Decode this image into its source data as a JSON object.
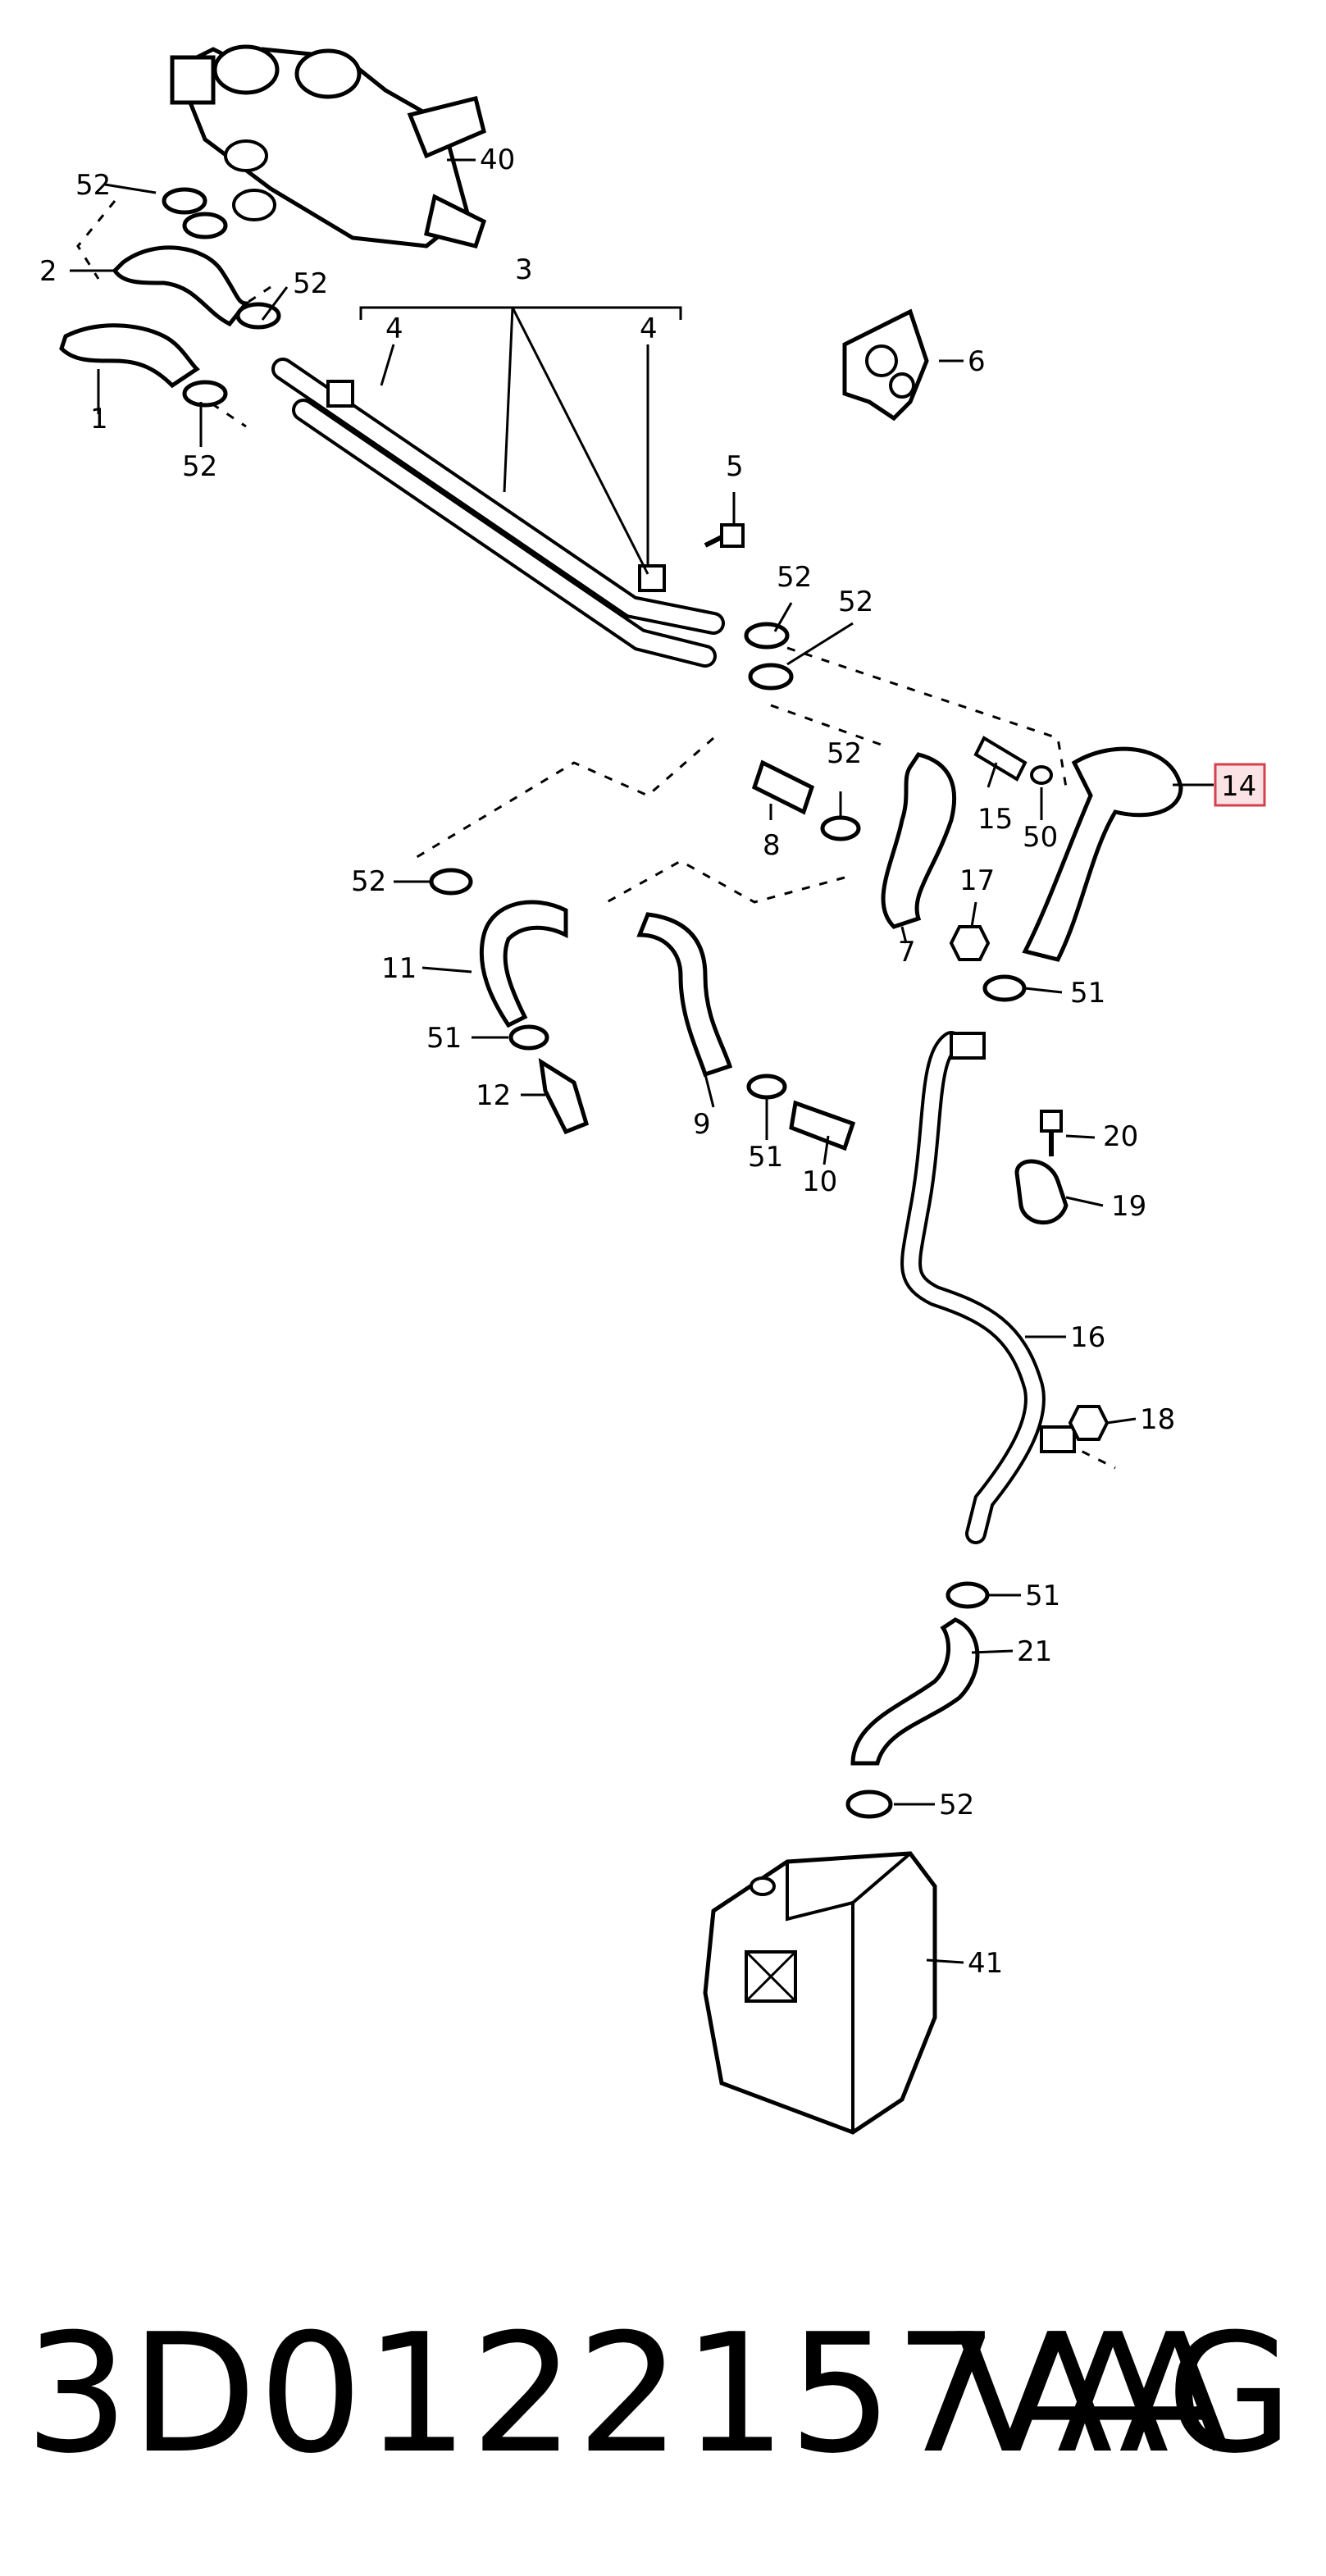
{
  "diagram": {
    "labels": {
      "l1": "1",
      "l2": "2",
      "l3": "3",
      "l4a": "4",
      "l4b": "4",
      "l5": "5",
      "l6": "6",
      "l7": "7",
      "l8": "8",
      "l9": "9",
      "l10": "10",
      "l11": "11",
      "l12": "12",
      "l14": "14",
      "l15": "15",
      "l16": "16",
      "l17": "17",
      "l18": "18",
      "l19": "19",
      "l20": "20",
      "l21": "21",
      "l40": "40",
      "l41": "41",
      "l50": "50",
      "l51a": "51",
      "l51b": "51",
      "l51c": "51",
      "l51d": "51",
      "l52a": "52",
      "l52b": "52",
      "l52c": "52",
      "l52d": "52",
      "l52e": "52",
      "l52f": "52",
      "l52g": "52",
      "l52h": "52"
    }
  },
  "footer": {
    "part_number": "3D0122157AA",
    "brand": "VAG"
  }
}
